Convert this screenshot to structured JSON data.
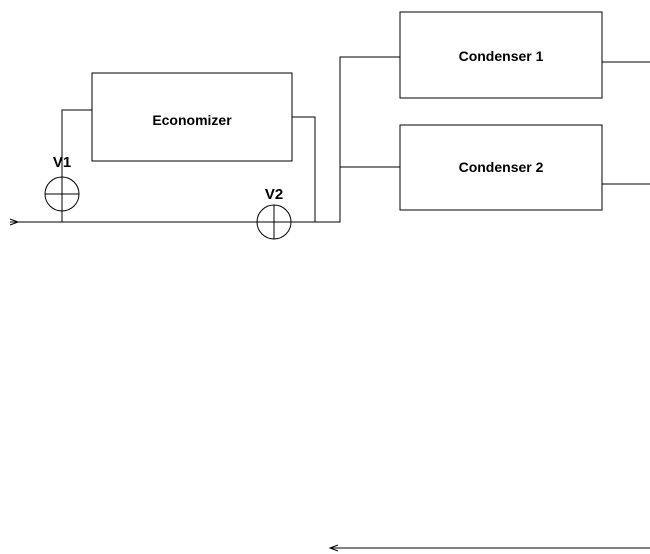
{
  "diagram": {
    "economizer": {
      "label": "Economizer"
    },
    "condenser_1": {
      "label": "Condenser 1"
    },
    "condenser_2": {
      "label": "Condenser 2"
    },
    "valve_1": {
      "label": "V1"
    },
    "valve_2": {
      "label": "V2"
    }
  }
}
